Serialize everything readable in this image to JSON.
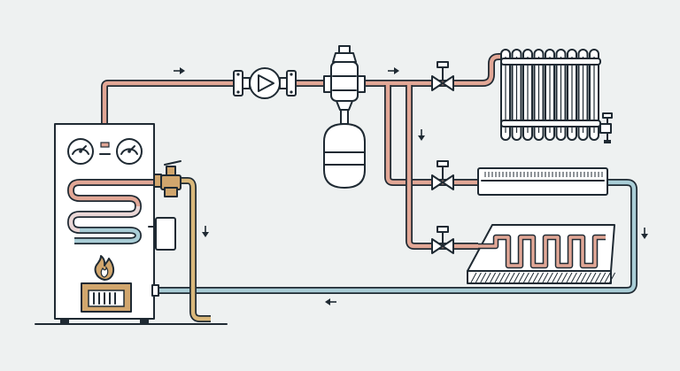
{
  "diagram": {
    "type": "hydronic-heating-schematic",
    "components": [
      {
        "id": "boiler",
        "icon": "boiler-icon"
      },
      {
        "id": "boiler-pressure-gauge-left",
        "icon": "gauge-icon"
      },
      {
        "id": "boiler-pressure-gauge-right",
        "icon": "gauge-icon"
      },
      {
        "id": "boiler-heat-exchanger-coil",
        "icon": "coil-icon"
      },
      {
        "id": "burner-flame",
        "icon": "flame-icon"
      },
      {
        "id": "safety-relief-valve",
        "icon": "valve-icon"
      },
      {
        "id": "circulator-pump",
        "icon": "pump-icon"
      },
      {
        "id": "air-separator",
        "icon": "air-separator-icon"
      },
      {
        "id": "expansion-tank",
        "icon": "tank-icon"
      },
      {
        "id": "cast-iron-radiator",
        "icon": "radiator-icon"
      },
      {
        "id": "baseboard-heater",
        "icon": "baseboard-icon"
      },
      {
        "id": "radiant-floor-loop",
        "icon": "floor-heating-icon"
      },
      {
        "id": "zone-valve-radiator",
        "icon": "zone-valve-icon"
      },
      {
        "id": "zone-valve-baseboard",
        "icon": "zone-valve-icon"
      },
      {
        "id": "zone-valve-floor",
        "icon": "zone-valve-icon"
      }
    ],
    "flow_arrows": [
      "right",
      "right",
      "down",
      "down",
      "down",
      "left"
    ],
    "colors": {
      "background": "#eef1f1",
      "outline": "#1f2a33",
      "supply_pipe": "#e2a796",
      "return_pipe": "#a9cdd6",
      "relief_pipe": "#d9b77a",
      "brass": "#d1a66d",
      "equipment_fill": "#ffffff"
    }
  }
}
